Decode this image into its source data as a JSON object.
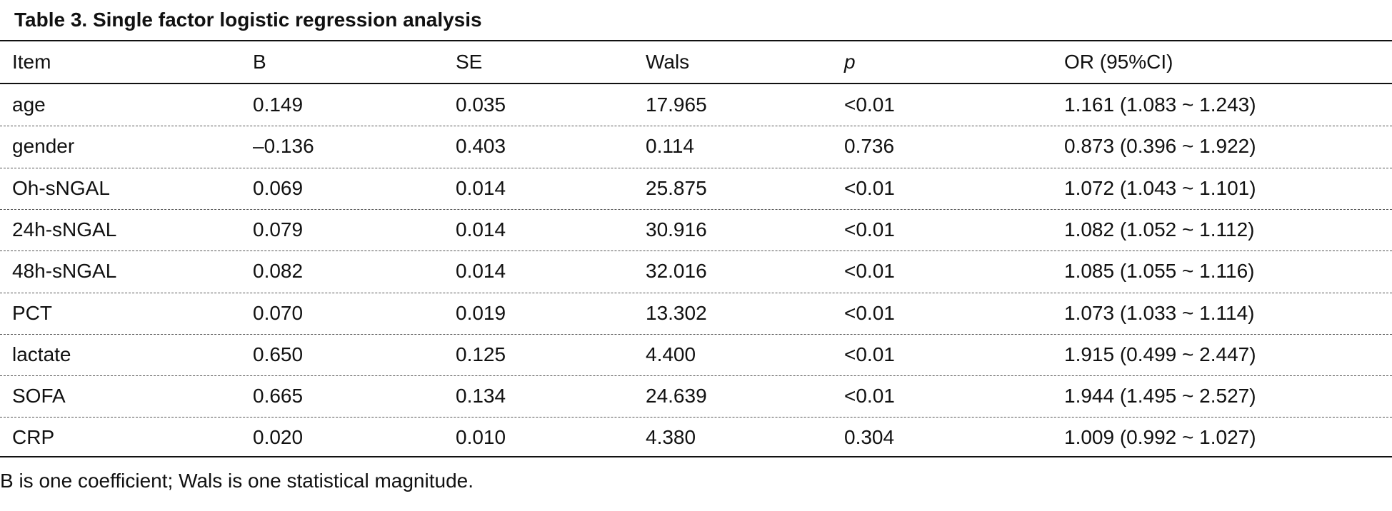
{
  "table": {
    "title": "Table 3. Single factor logistic regression analysis",
    "headers": [
      "Item",
      "B",
      "SE",
      "Wals",
      "p",
      "OR (95%CI)"
    ],
    "rows": [
      [
        "age",
        "0.149",
        "0.035",
        "17.965",
        "<0.01",
        "1.161 (1.083 ~ 1.243)"
      ],
      [
        "gender",
        "–0.136",
        "0.403",
        "0.114",
        "0.736",
        "0.873 (0.396 ~ 1.922)"
      ],
      [
        "Oh-sNGAL",
        "0.069",
        "0.014",
        "25.875",
        "<0.01",
        "1.072 (1.043 ~ 1.101)"
      ],
      [
        "24h-sNGAL",
        "0.079",
        "0.014",
        "30.916",
        "<0.01",
        "1.082 (1.052 ~ 1.112)"
      ],
      [
        "48h-sNGAL",
        "0.082",
        "0.014",
        "32.016",
        "<0.01",
        "1.085 (1.055 ~ 1.116)"
      ],
      [
        "PCT",
        "0.070",
        "0.019",
        "13.302",
        "<0.01",
        "1.073 (1.033 ~ 1.114)"
      ],
      [
        "lactate",
        "0.650",
        "0.125",
        "4.400",
        "<0.01",
        "1.915 (0.499 ~ 2.447)"
      ],
      [
        "SOFA",
        "0.665",
        "0.134",
        "24.639",
        "<0.01",
        "1.944 (1.495 ~ 2.527)"
      ],
      [
        "CRP",
        "0.020",
        "0.010",
        "4.380",
        "0.304",
        "1.009 (0.992 ~ 1.027)"
      ]
    ],
    "footnote": "B is one coefficient; Wals is one statistical magnitude."
  }
}
